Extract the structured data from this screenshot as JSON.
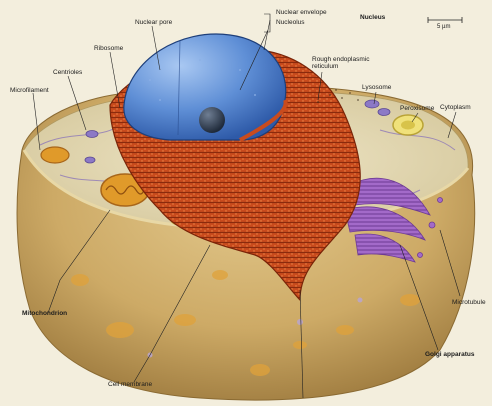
{
  "diagram": {
    "labels": {
      "nuclear_envelope": "Nuclear envelope",
      "nucleolus": "Nucleolus",
      "nucleus": "Nucleus",
      "nuclear_pore": "Nuclear pore",
      "ribosome": "Ribosome",
      "centrioles": "Centrioles",
      "microfilament": "Microfilament",
      "rough_er": "Rough endoplasmic reticulum",
      "lysosome": "Lysosome",
      "peroxisome": "Peroxisome",
      "cytoplasm": "Cytoplasm",
      "mitochondrion": "Mitochondrion",
      "cell_membrane": "Cell membrane",
      "microtubule": "Microtubule",
      "golgi_apparatus": "Golgi apparatus"
    },
    "scale_bar": "5 µm"
  }
}
